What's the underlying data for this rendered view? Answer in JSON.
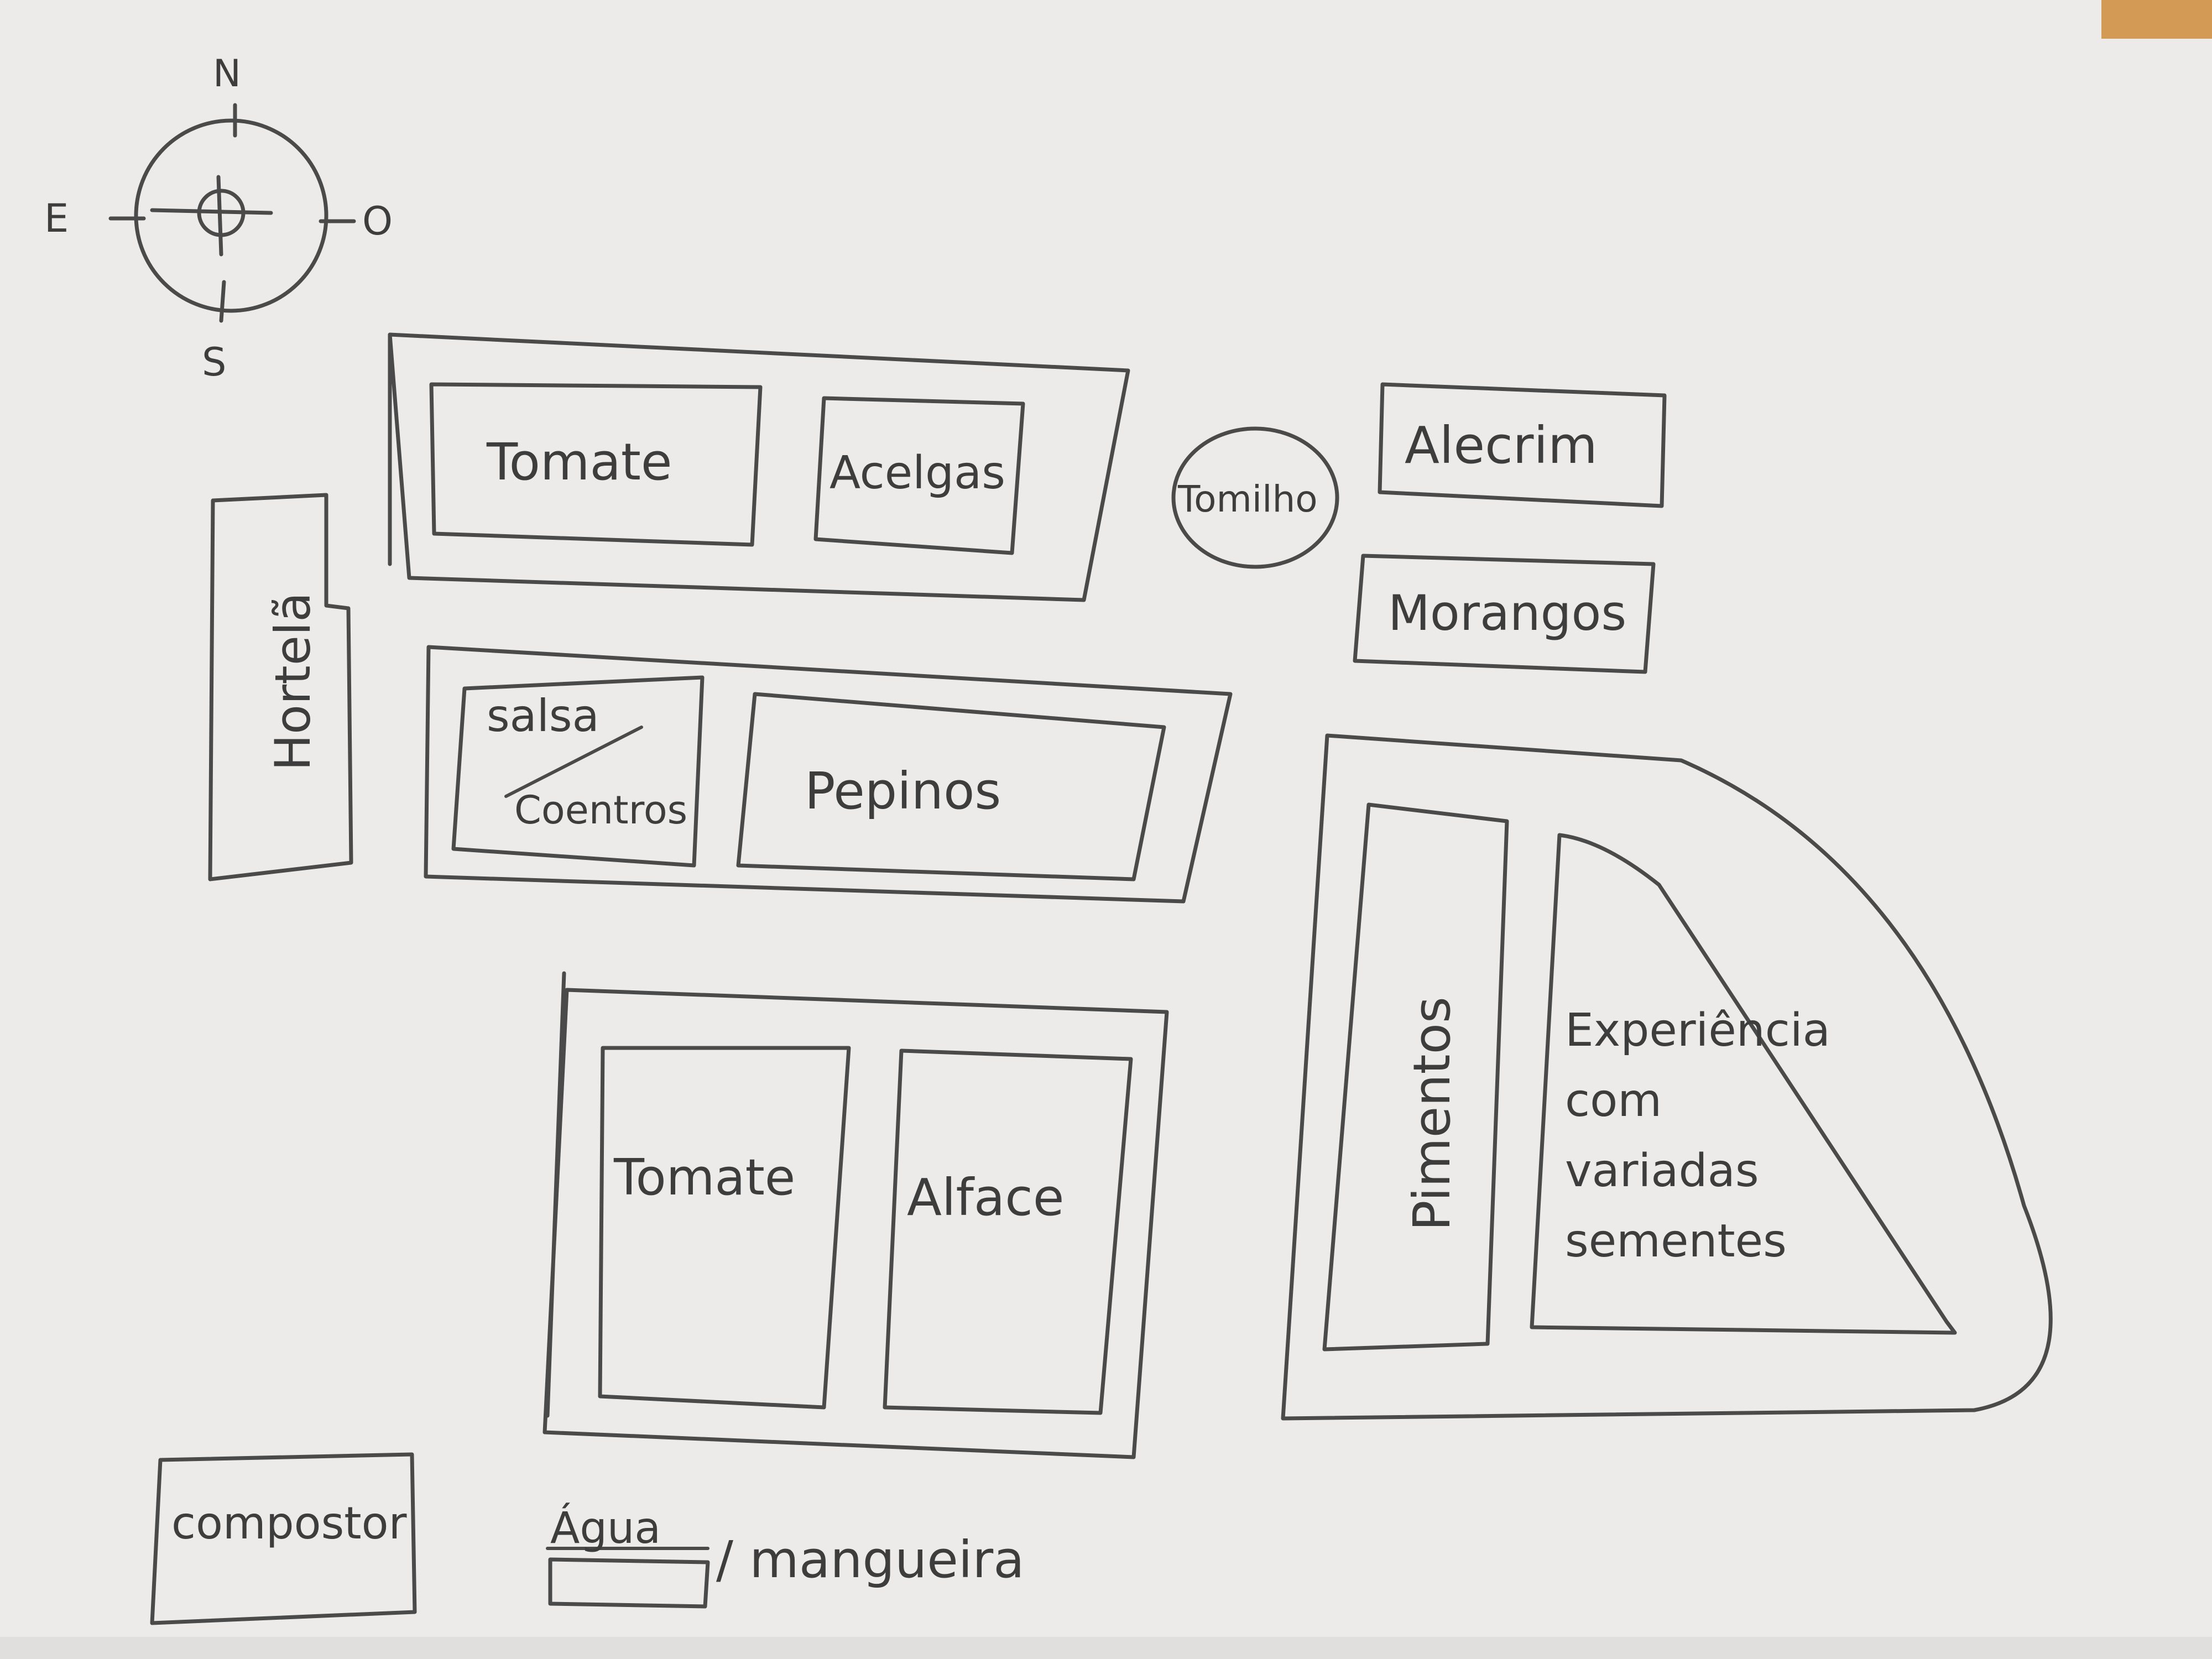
{
  "compass": {
    "north": "N",
    "south": "S",
    "east": "E",
    "west": "O"
  },
  "beds": {
    "tomate_top": "Tomate",
    "acelgas": "Acelgas",
    "tomilho": "Tomilho",
    "alecrim": "Alecrim",
    "morangos": "Morangos",
    "hortela": "Hortelã",
    "salsa": "salsa",
    "coentros": "Coentros",
    "pepinos": "Pepinos",
    "tomate_bottom": "Tomate",
    "alface": "Alface",
    "pimentos": "Pimentos",
    "experiencia": "Experiência com variadas sementes",
    "compostor": "compostor",
    "agua": "Água",
    "mangueira": "/ mangueira"
  }
}
